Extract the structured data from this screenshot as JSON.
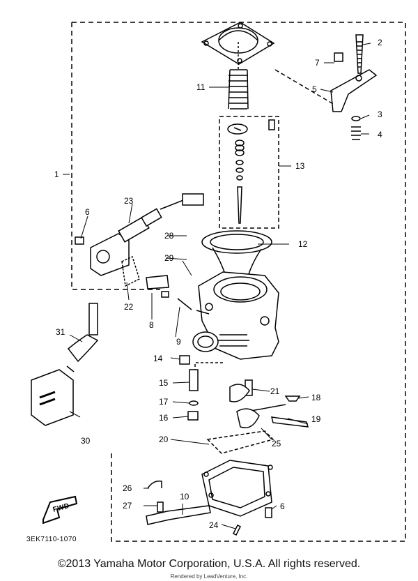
{
  "callouts": {
    "p1": "1",
    "p2": "2",
    "p3": "3",
    "p4": "4",
    "p5": "5",
    "p6a": "6",
    "p6b": "6",
    "p7": "7",
    "p8": "8",
    "p9": "9",
    "p10": "10",
    "p11": "11",
    "p12": "12",
    "p13": "13",
    "p14": "14",
    "p15": "15",
    "p16": "16",
    "p17": "17",
    "p18": "18",
    "p19": "19",
    "p20": "20",
    "p21": "21",
    "p22": "22",
    "p23": "23",
    "p24": "24",
    "p25": "25",
    "p26": "26",
    "p27": "27",
    "p28": "28",
    "p29": "29",
    "p30": "30",
    "p31": "31"
  },
  "fwd_label": "FWD",
  "drawing_code": "3EK7110-1070",
  "copyright": "©2013 Yamaha Motor Corporation, U.S.A. All rights reserved.",
  "rendered_by": "Rendered by LeadVenture, Inc."
}
